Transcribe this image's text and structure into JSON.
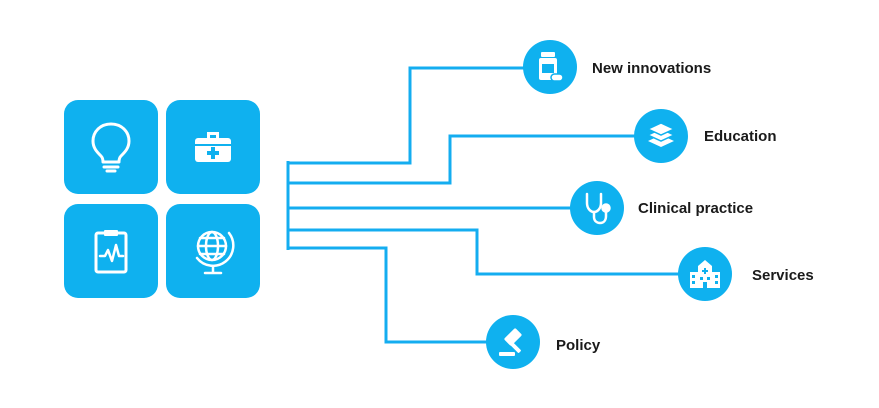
{
  "colors": {
    "accent": "#0fb1ef",
    "line": "#14adf0",
    "label": "#1a1a1a"
  },
  "tiles": [
    {
      "icon": "lightbulb-icon"
    },
    {
      "icon": "medical-kit-icon"
    },
    {
      "icon": "clipboard-chart-icon"
    },
    {
      "icon": "globe-icon"
    }
  ],
  "branches": [
    {
      "label": "New innovations",
      "icon": "medicine-bottle-icon"
    },
    {
      "label": "Education",
      "icon": "book-stack-icon"
    },
    {
      "label": "Clinical practice",
      "icon": "stethoscope-icon"
    },
    {
      "label": "Services",
      "icon": "hospital-building-icon"
    },
    {
      "label": "Policy",
      "icon": "gavel-icon"
    }
  ]
}
